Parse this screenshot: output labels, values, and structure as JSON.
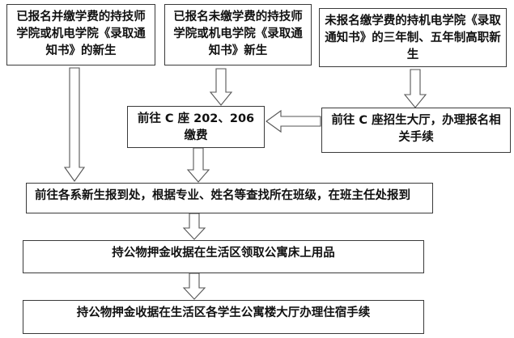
{
  "flowchart": {
    "nodes": [
      {
        "id": "registered-paid",
        "text": "已报名并缴学费的持技师学院或机电学院《录取通知书》的新生"
      },
      {
        "id": "registered-unpaid",
        "text": "已报名未缴学费的持技师学院或机电学院《录取通知书》新生"
      },
      {
        "id": "unregistered",
        "text": "未报名缴学费的持机电学院《录取通知书》的三年制、五年制高职新生"
      },
      {
        "id": "pay-fees",
        "text": "前往 C 座 202、206 缴费"
      },
      {
        "id": "enrollment-hall",
        "text": "前往 C 座招生大厅，办理报名相关手续"
      },
      {
        "id": "department-report",
        "text": "前往各系新生报到处，根据专业、姓名等查找所在班级，在班主任处报到"
      },
      {
        "id": "collect-bedding",
        "text": "持公物押金收据在生活区领取公寓床上用品"
      },
      {
        "id": "dorm-checkin",
        "text": "持公物押金收据在生活区各学生公寓楼大厅办理住宿手续"
      }
    ],
    "edges": [
      {
        "from": "registered-paid",
        "to": "department-report"
      },
      {
        "from": "registered-unpaid",
        "to": "pay-fees"
      },
      {
        "from": "unregistered",
        "to": "enrollment-hall"
      },
      {
        "from": "enrollment-hall",
        "to": "pay-fees"
      },
      {
        "from": "pay-fees",
        "to": "department-report"
      },
      {
        "from": "department-report",
        "to": "collect-bedding"
      },
      {
        "from": "collect-bedding",
        "to": "dorm-checkin"
      }
    ]
  }
}
